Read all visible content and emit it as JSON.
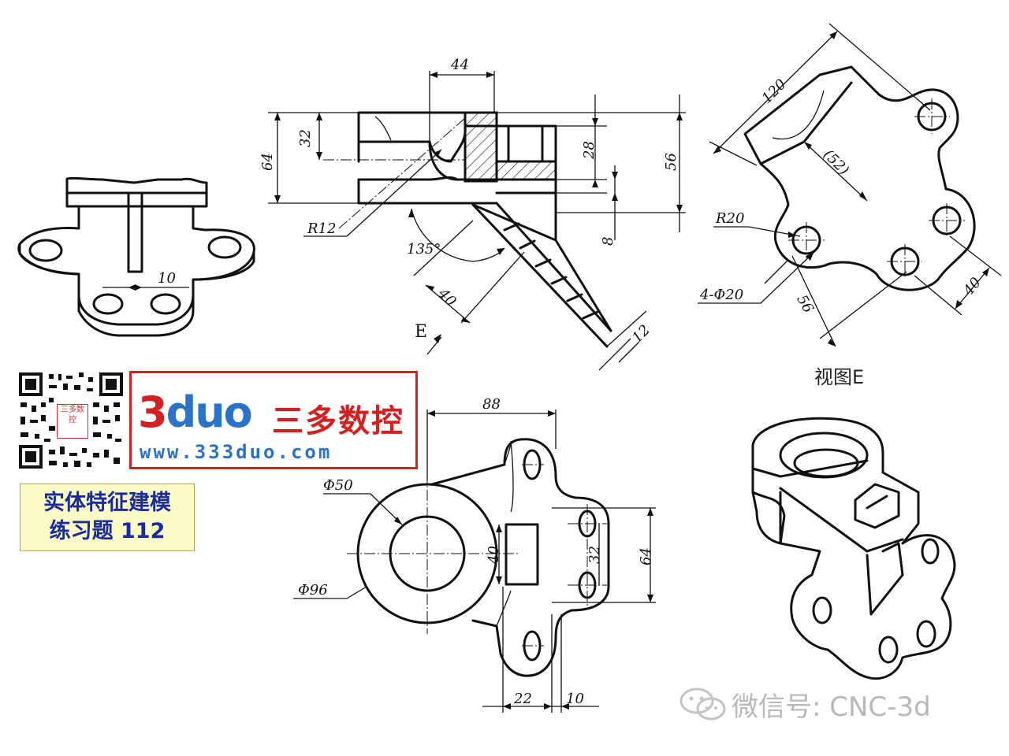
{
  "diagram": {
    "front_view_dims": {
      "d44": "44",
      "d32": "32",
      "d64": "64",
      "d28": "28",
      "d56": "56",
      "d8": "8",
      "r12": "R12",
      "a135": "135°",
      "d40": "40",
      "d12": "12",
      "view_arrow": "E"
    },
    "aux_view_dims": {
      "d120": "120",
      "d52": "(52)",
      "r20": "R20",
      "holes": "4-Φ20",
      "d56": "56",
      "d40": "40",
      "caption": "视图E"
    },
    "top_view_dims": {
      "d88": "88",
      "phi50": "Φ50",
      "phi96": "Φ96",
      "d40": "40",
      "d32": "32",
      "d64": "64",
      "d22": "22",
      "d10": "10"
    },
    "iso_left_dims": {
      "d10": "10"
    }
  },
  "branding": {
    "logo_mark_a": "3",
    "logo_mark_b": "duo",
    "logo_cn": "三多数控",
    "logo_url": "www.333duo.com",
    "qr_center": "三多数控",
    "title_line1": "实体特征建模",
    "title_line2": "练习题 112",
    "watermark": "微信号: CNC-3d"
  },
  "colors": {
    "brand_red": "#d42020",
    "brand_blue": "#2a73c9",
    "title_blue": "#1a2aa0",
    "title_bg": "#fbfbc6",
    "watermark_gray": "#b8b8b8"
  }
}
